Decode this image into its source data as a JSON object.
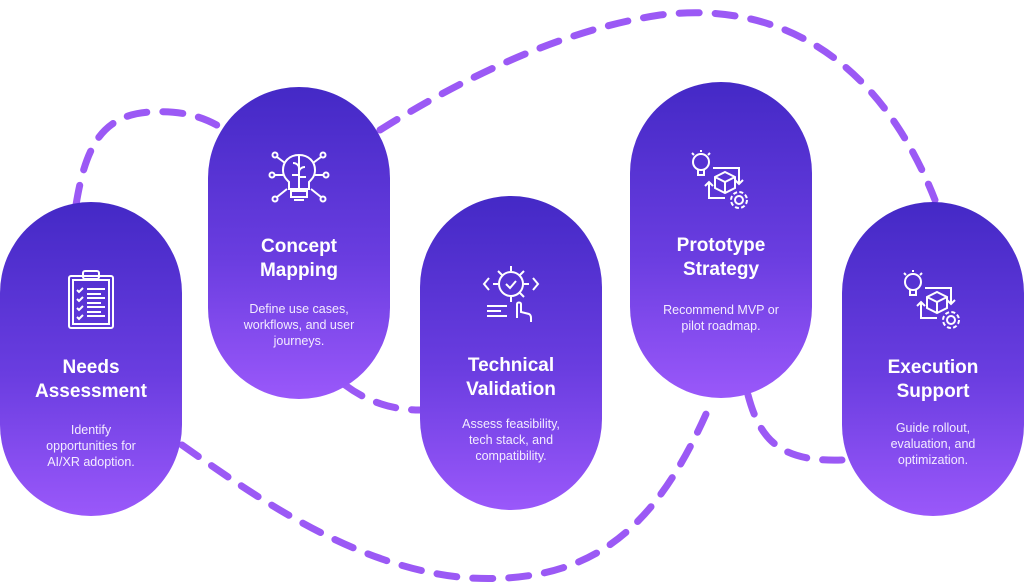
{
  "colors": {
    "accent": "#9b59f5",
    "pill_top": "#4429c6",
    "pill_bottom": "#9a58fa"
  },
  "steps": [
    {
      "icon": "clipboard-checklist-icon",
      "title": [
        "Needs",
        "Assessment"
      ],
      "desc": [
        "Identify",
        "opportunities for",
        "AI/XR adoption."
      ]
    },
    {
      "icon": "brain-lightbulb-icon",
      "title": [
        "Concept",
        "Mapping"
      ],
      "desc": [
        "Define use cases,",
        "workflows, and user",
        "journeys."
      ]
    },
    {
      "icon": "gear-touch-code-icon",
      "title": [
        "Technical",
        "Validation"
      ],
      "desc": [
        "Assess feasibility,",
        "tech stack, and",
        "compatibility."
      ]
    },
    {
      "icon": "idea-cube-gear-icon",
      "title": [
        "Prototype",
        "Strategy"
      ],
      "desc": [
        "Recommend MVP or",
        "pilot roadmap."
      ]
    },
    {
      "icon": "idea-cube-gear-icon",
      "title": [
        "Execution",
        "Support"
      ],
      "desc": [
        "Guide rollout,",
        "evaluation, and",
        "optimization."
      ]
    }
  ]
}
